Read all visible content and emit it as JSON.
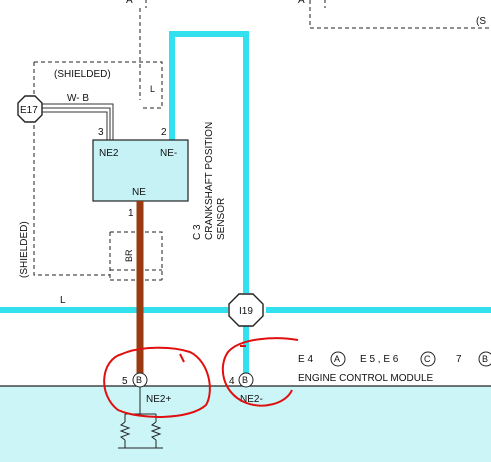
{
  "colors": {
    "wire_cyan": "#33e0f0",
    "wire_brown": "#9a3a10",
    "ecm_fill": "#ccf5f8",
    "sensor_fill": "#c6f2f5",
    "annotation_red": "#e01010"
  },
  "top_markers": {
    "left": "A",
    "right": "A",
    "right_box": "(S"
  },
  "shield_labels": {
    "top": "(SHIELDED)",
    "left": "(SHIELDED)"
  },
  "connector_e17": "E17",
  "connector_i19": "I19",
  "wire_labels": {
    "wb": "W- B",
    "br": "BR",
    "l_top": "L",
    "l_horizontal": "L"
  },
  "sensor": {
    "pin_left": "3",
    "pin_right": "2",
    "pin_bottom": "1",
    "term_ne2": "NE2",
    "term_neminus": "NE-",
    "term_ne": "NE",
    "code": "C 3",
    "name_line1": "CRANKSHAFT POSITION",
    "name_line2": "SENSOR"
  },
  "ecm": {
    "header": {
      "e4": "E 4",
      "a": "A",
      "e5e6": "E 5 , E 6",
      "c": "C",
      "seven": "7",
      "b_cut": "B"
    },
    "title": "ENGINE CONTROL MODULE",
    "pin_ne2_num": "5",
    "pin_ne2_letter": "B",
    "pin_ne2_label": "NE2+",
    "pin_neminus_num": "4",
    "pin_neminus_letter": "B",
    "pin_neminus_label": "NE2-"
  }
}
